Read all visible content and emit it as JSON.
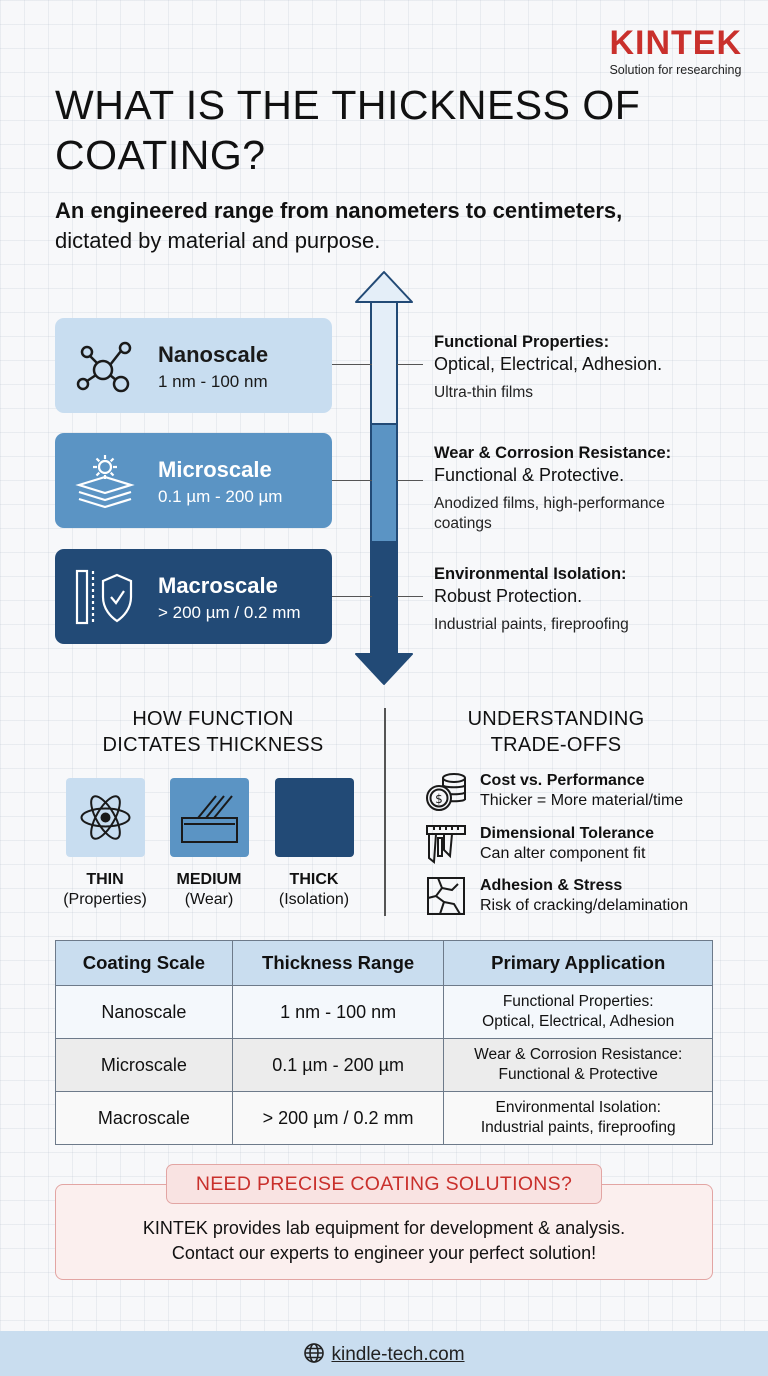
{
  "brand": {
    "name": "KINTEK",
    "tagline": "Solution for researching"
  },
  "title": "WHAT IS THE THICKNESS OF COATING?",
  "subtitle": {
    "bold": "An engineered range from nanometers to centimeters,",
    "regular": "dictated by material and purpose."
  },
  "scales": [
    {
      "name": "Nanoscale",
      "range": "1 nm - 100 nm",
      "icon": "molecule-icon",
      "color": "#c8ddf0"
    },
    {
      "name": "Microscale",
      "range": "0.1 µm - 200 µm",
      "icon": "layers-gear-icon",
      "color": "#5b94c4"
    },
    {
      "name": "Macroscale",
      "range": "> 200 µm / 0.2 mm",
      "icon": "shield-panel-icon",
      "color": "#224a76"
    }
  ],
  "properties": [
    {
      "title": "Functional Properties:",
      "line": "Optical, Electrical, Adhesion.",
      "desc": "Ultra-thin films"
    },
    {
      "title": "Wear & Corrosion Resistance:",
      "line": "Functional & Protective.",
      "desc": "Anodized films, high-performance coatings"
    },
    {
      "title": "Environmental Isolation:",
      "line": "Robust Protection.",
      "desc": "Industrial paints, fireproofing"
    }
  ],
  "function_section": {
    "title_line1": "HOW FUNCTION",
    "title_line2": "DICTATES THICKNESS",
    "items": [
      {
        "label": "THIN",
        "sub": "(Properties)",
        "icon": "atom-icon"
      },
      {
        "label": "MEDIUM",
        "sub": "(Wear)",
        "icon": "scratched-surface-icon"
      },
      {
        "label": "THICK",
        "sub": "(Isolation)",
        "icon": "solid-block-icon"
      }
    ]
  },
  "tradeoffs": {
    "title_line1": "UNDERSTANDING",
    "title_line2": "TRADE-OFFS",
    "items": [
      {
        "title": "Cost vs. Performance",
        "desc": "Thicker = More material/time",
        "icon": "coins-icon"
      },
      {
        "title": "Dimensional Tolerance",
        "desc": "Can alter component fit",
        "icon": "caliper-icon"
      },
      {
        "title": "Adhesion & Stress",
        "desc": "Risk of cracking/delamination",
        "icon": "cracked-surface-icon"
      }
    ]
  },
  "table": {
    "headers": [
      "Coating Scale",
      "Thickness Range",
      "Primary Application"
    ],
    "rows": [
      [
        "Nanoscale",
        "1 nm - 100 nm",
        "Functional Properties:",
        "Optical, Electrical, Adhesion"
      ],
      [
        "Microscale",
        "0.1 µm - 200 µm",
        "Wear & Corrosion Resistance:",
        "Functional & Protective"
      ],
      [
        "Macroscale",
        "> 200 µm / 0.2 mm",
        "Environmental Isolation:",
        "Industrial paints, fireproofing"
      ]
    ]
  },
  "cta": {
    "label": "NEED PRECISE COATING SOLUTIONS?",
    "line1": "KINTEK provides lab equipment for development & analysis.",
    "line2": "Contact our experts to engineer your perfect solution!"
  },
  "footer": {
    "url": "kindle-tech.com",
    "icon": "globe-icon"
  },
  "colors": {
    "accent": "#c9302c",
    "light_blue": "#c8ddf0",
    "mid_blue": "#5b94c4",
    "dark_blue": "#224a76"
  }
}
